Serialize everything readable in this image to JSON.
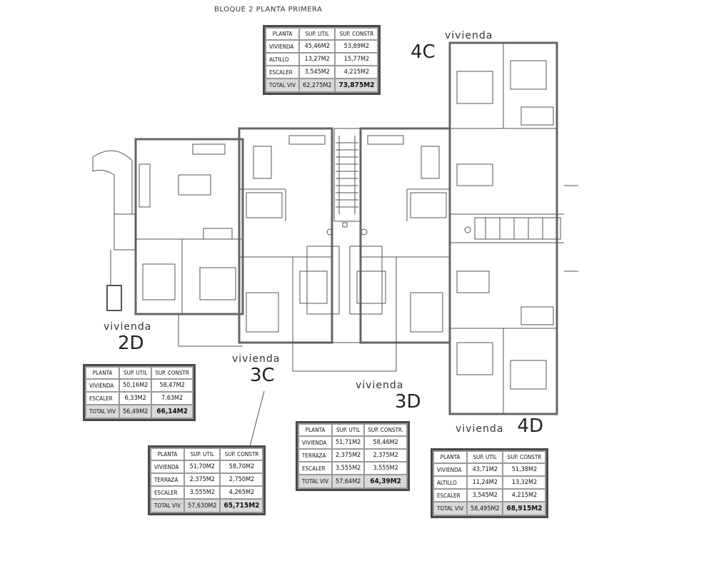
{
  "title": "BLOQUE 2 PLANTA PRIMERA",
  "units": [
    {
      "id": "4C",
      "word": "vivienda",
      "code": "4C",
      "headers": [
        "PLANTA",
        "SUP. UTIL",
        "SUP. CONSTR"
      ],
      "rows": [
        [
          "VIVIENDA",
          "45,46M2",
          "53,89M2"
        ],
        [
          "ALTILLO",
          "13,27M2",
          "15,77M2"
        ],
        [
          "ESCALER",
          "3,545M2",
          "4,215M2"
        ]
      ],
      "total": [
        "TOTAL VIV",
        "62,275M2",
        "73,875M2"
      ]
    },
    {
      "id": "2D",
      "word": "vivienda",
      "code": "2D",
      "headers": [
        "PLANTA",
        "SUP. UTIL",
        "SUP. CONSTR"
      ],
      "rows": [
        [
          "VIVIENDA",
          "50,16M2",
          "58,47M2"
        ],
        [
          "ESCALER",
          "6,33M2",
          "7,63M2"
        ]
      ],
      "total": [
        "TOTAL VIV",
        "56,49M2",
        "66,14M2"
      ]
    },
    {
      "id": "3C",
      "word": "vivienda",
      "code": "3C",
      "headers": [
        "PLANTA",
        "SUP. UTIL",
        "SUP. CONSTR"
      ],
      "rows": [
        [
          "VIVIENDA",
          "51,70M2",
          "58,70M2"
        ],
        [
          "TERRAZA",
          "2,375M2",
          "2,750M2"
        ],
        [
          "ESCALER",
          "3,555M2",
          "4,265M2"
        ]
      ],
      "total": [
        "TOTAL VIV",
        "57,630M2",
        "65,715M2"
      ]
    },
    {
      "id": "3D",
      "word": "vivienda",
      "code": "3D",
      "headers": [
        "PLANTA",
        "SUP. UTIL",
        "SUP. CONSTR."
      ],
      "rows": [
        [
          "VIVIENDA",
          "51,71M2",
          "58,46M2"
        ],
        [
          "TERRAZA",
          "2,375M2",
          "2,375M2"
        ],
        [
          "ESCALER",
          "3,555M2",
          "3,555M2"
        ]
      ],
      "total": [
        "TOTAL VIV",
        "57,64M2",
        "64,39M2"
      ]
    },
    {
      "id": "4D",
      "word": "vivienda",
      "code": "4D",
      "headers": [
        "PLANTA",
        "SUP. UTIL",
        "SUP. CONSTR"
      ],
      "rows": [
        [
          "VIVIENDA",
          "43,71M2",
          "51,38M2"
        ],
        [
          "ALTILLO",
          "11,24M2",
          "13,32M2"
        ],
        [
          "ESCALER",
          "3,545M2",
          "4,215M2"
        ]
      ],
      "total": [
        "TOTAL VIV",
        "58,495M2",
        "68,915M2"
      ]
    }
  ]
}
